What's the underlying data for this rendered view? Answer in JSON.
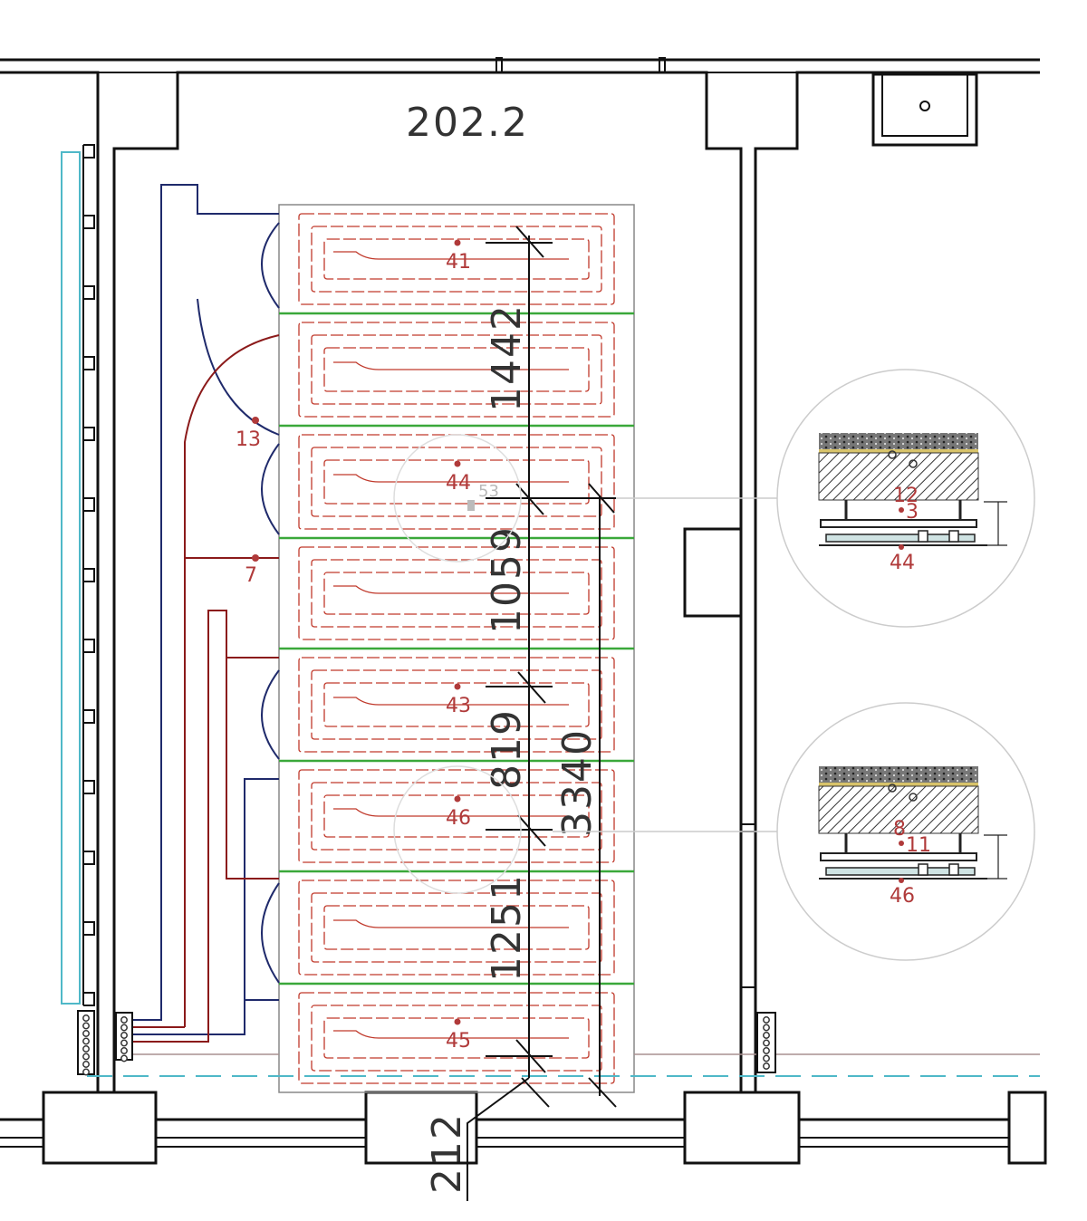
{
  "room": {
    "label": "202.2"
  },
  "dimensions": [
    {
      "id": "dim-1442",
      "text": "1442"
    },
    {
      "id": "dim-1059",
      "text": "1059"
    },
    {
      "id": "dim-819",
      "text": "819"
    },
    {
      "id": "dim-3340",
      "text": "3340"
    },
    {
      "id": "dim-1251",
      "text": "1251"
    },
    {
      "id": "dim-212",
      "text": "212"
    }
  ],
  "panels": [
    {
      "label": "41"
    },
    {
      "label": ""
    },
    {
      "label": "44"
    },
    {
      "label": ""
    },
    {
      "label": "43"
    },
    {
      "label": "46"
    },
    {
      "label": ""
    },
    {
      "label": "45"
    }
  ],
  "point_labels": {
    "p13": "13",
    "p7": "7",
    "p53": "53"
  },
  "details": [
    {
      "id": "detail-top",
      "top_label": "12",
      "mid_label": "3",
      "bottom_label": "44"
    },
    {
      "id": "detail-bottom",
      "top_label": "8",
      "mid_label": "11",
      "bottom_label": "46"
    }
  ],
  "colors": {
    "wall": "#111111",
    "heating_pipe": "#c0392b",
    "pipe_dark_red": "#8b1a1a",
    "pipe_blue": "#1f2a6b",
    "separator_green": "#3aa83a",
    "cyan_line": "#4fb8c8",
    "detail_circle": "#cccccc"
  }
}
